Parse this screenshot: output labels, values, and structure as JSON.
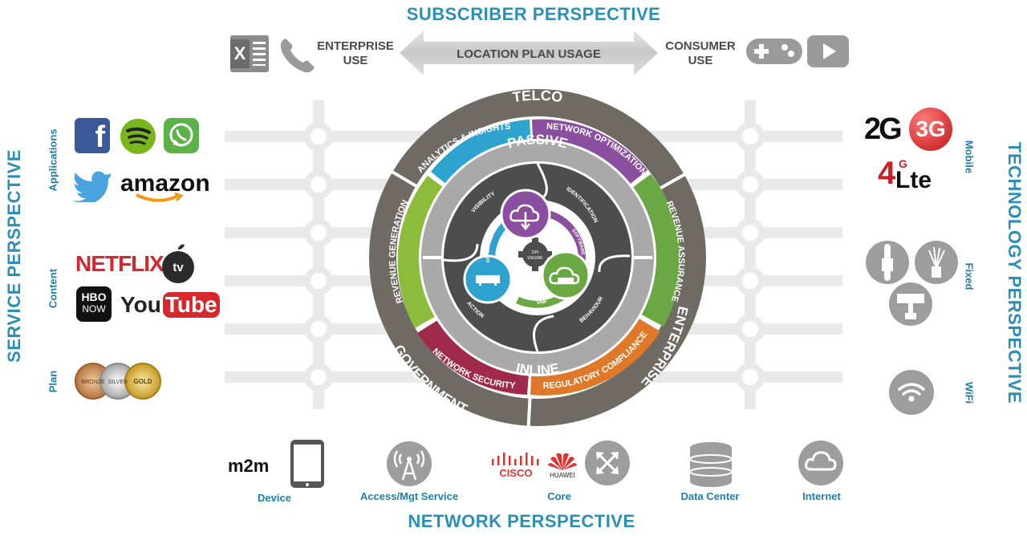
{
  "top": {
    "title": "SUBSCRIBER PERSPECTIVE",
    "enterprise_use": [
      "ENTERPRISE",
      "USE"
    ],
    "location_plan_usage": "LOCATION PLAN USAGE",
    "consumer_use": [
      "CONSUMER",
      "USE"
    ]
  },
  "left": {
    "title": "SERVICE PERSPECTIVE",
    "applications": "Applications",
    "content": "Content",
    "plan": "Plan",
    "app_logos": {
      "amazon": "amazon"
    },
    "content_logos": {
      "netflix": "NETFLIX",
      "tv": "tv",
      "hbo_top": "HBO",
      "hbo_bottom": "NOW",
      "you": "You",
      "tube": "Tube"
    },
    "plan_medals": [
      "BRONZE",
      "SILVER",
      "GOLD"
    ]
  },
  "right": {
    "title": "TECHNOLOGY PERSPECTIVE",
    "mobile": "Mobile",
    "fixed": "Fixed",
    "wifi": "WiFi",
    "mobile_logos": {
      "g2": "2G",
      "g3": "3G",
      "g4": "4",
      "lte": "Lte",
      "g": "G"
    }
  },
  "bottom": {
    "title": "NETWORK PERSPECTIVE",
    "device": "Device",
    "access": "Access/Mgt Service",
    "core": "Core",
    "datacenter": "Data Center",
    "internet": "Internet",
    "m2m": "m2m",
    "cisco": "CISCO",
    "huawei": "HUAWEI"
  },
  "wheel": {
    "outer": {
      "telco": "TELCO",
      "government": "GOVERNMENT",
      "enterprise": "ENTERPRISE"
    },
    "segments": {
      "analytics": "ANALYTICS & INSIGHTS",
      "netopt": "NETWORK OPTIMIZATION",
      "revgen": "REVENUE GENERATION",
      "revassure": "REVENUE ASSURANCE",
      "netsec": "NETWORK SECURITY",
      "regcomp": "REGULATORY COMPLIANCE"
    },
    "middle": {
      "passive": "PASSIVE",
      "inline": "INLINE"
    },
    "inner": {
      "visibility": "VISIBILITY",
      "identification": "IDENTIFICATION",
      "appliance": "APPLIANCE",
      "software": "SOFTWARE",
      "action": "ACTION",
      "vnf": "VNF",
      "behaviour": "BEHAVIOUR",
      "dpi_top": "DPI",
      "dpi_bottom": "ENGINE"
    },
    "colors": {
      "analytics": "#2ea3d0",
      "netopt": "#8a4f9e",
      "revgen": "#8dbb3c",
      "revassure": "#6aa843",
      "netsec": "#a02a4a",
      "regcomp": "#e0782a"
    }
  }
}
